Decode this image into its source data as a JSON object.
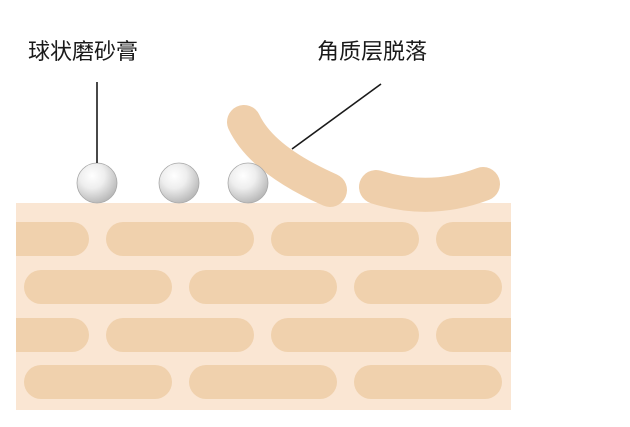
{
  "labels": {
    "scrub": "球状磨砂膏",
    "exfoliation": "角质层脱落"
  },
  "colors": {
    "background": "#ffffff",
    "skin_base": "#fae6d3",
    "skin_cell": "#f0d1ad",
    "detached_cell": "#efcfab",
    "bead_light": "#ffffff",
    "bead_dark": "#b8b8b8",
    "bead_outline": "#a8a8a8",
    "text": "#1a1a1a",
    "leader_line": "#1a1a1a"
  },
  "items": {
    "skin_rows": 4,
    "beads": 3,
    "detached_cells": 2
  }
}
